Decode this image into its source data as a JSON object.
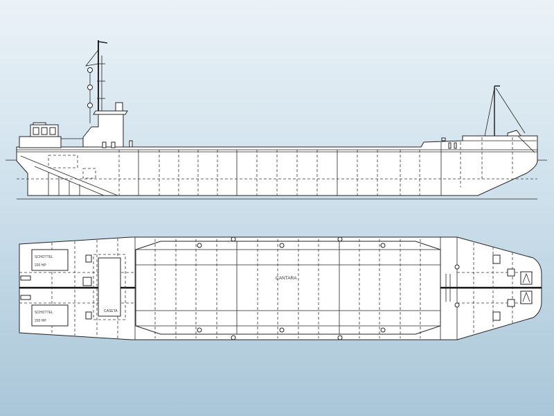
{
  "drawing": {
    "title": "Landing craft general arrangement",
    "labels": {
      "cargo_hold": "CANTARA",
      "deckhouse": "CASETA",
      "engine_ps": "SCHOTTEL",
      "engine_sb": "SCHOTTEL",
      "engine_ps_spec": "220 HP",
      "engine_sb_spec": "220 HP"
    }
  },
  "colors": {
    "background_top": "#eaf2f7",
    "background_bottom": "#a9c6d8",
    "line": "#222222",
    "hull_fill": "#ffffff"
  }
}
